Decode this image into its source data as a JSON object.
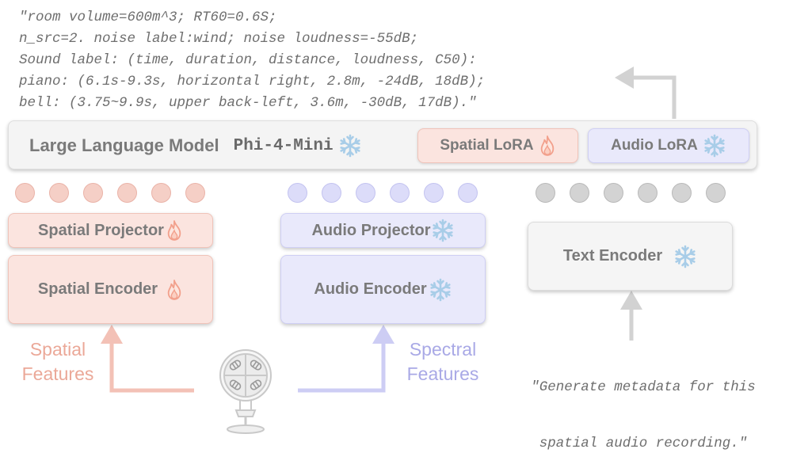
{
  "output_text": {
    "lines": [
      "\"room volume=600m^3; RT60=0.6S;",
      "n_src=2. noise label:wind; noise loudness=-55dB;",
      "Sound label: (time, duration, distance, loudness, C50):",
      "piano: (6.1s-9.3s, horizontal right, 2.8m, -24dB, 18dB);",
      "bell: (3.75~9.9s, upper back-left, 3.6m, -30dB, 17dB).\""
    ]
  },
  "llm": {
    "title": "Large Language Model",
    "model_name": "Phi-4-Mini",
    "spatial_lora": "Spatial LoRA",
    "audio_lora": "Audio LoRA"
  },
  "spatial": {
    "projector": "Spatial Projector",
    "encoder": "Spatial Encoder",
    "features_line1": "Spatial",
    "features_line2": "Features"
  },
  "audio": {
    "projector": "Audio Projector",
    "encoder": "Audio Encoder",
    "features_line1": "Spectral",
    "features_line2": "Features"
  },
  "text": {
    "encoder": "Text Encoder",
    "prompt_line1": "\"Generate metadata for this",
    "prompt_line2": "spatial audio recording.\""
  },
  "icons": {
    "trainable": "flame-icon",
    "frozen": "snowflake-icon",
    "input": "ambisonic-microphone-icon"
  },
  "colors": {
    "spatial_fill": "#fbe4df",
    "spatial_border": "#f0c3b9",
    "spatial_arrow": "#f3c1b6",
    "spatial_text": "#eba898",
    "audio_fill": "#e9e9fb",
    "audio_border": "#cfcff4",
    "audio_arrow": "#cdcdf4",
    "audio_text": "#a9a9e6",
    "text_fill": "#f5f5f5",
    "gray_arrow": "#d2d2d2",
    "flame": "#f2a08c",
    "snow": "#a8cde8"
  }
}
